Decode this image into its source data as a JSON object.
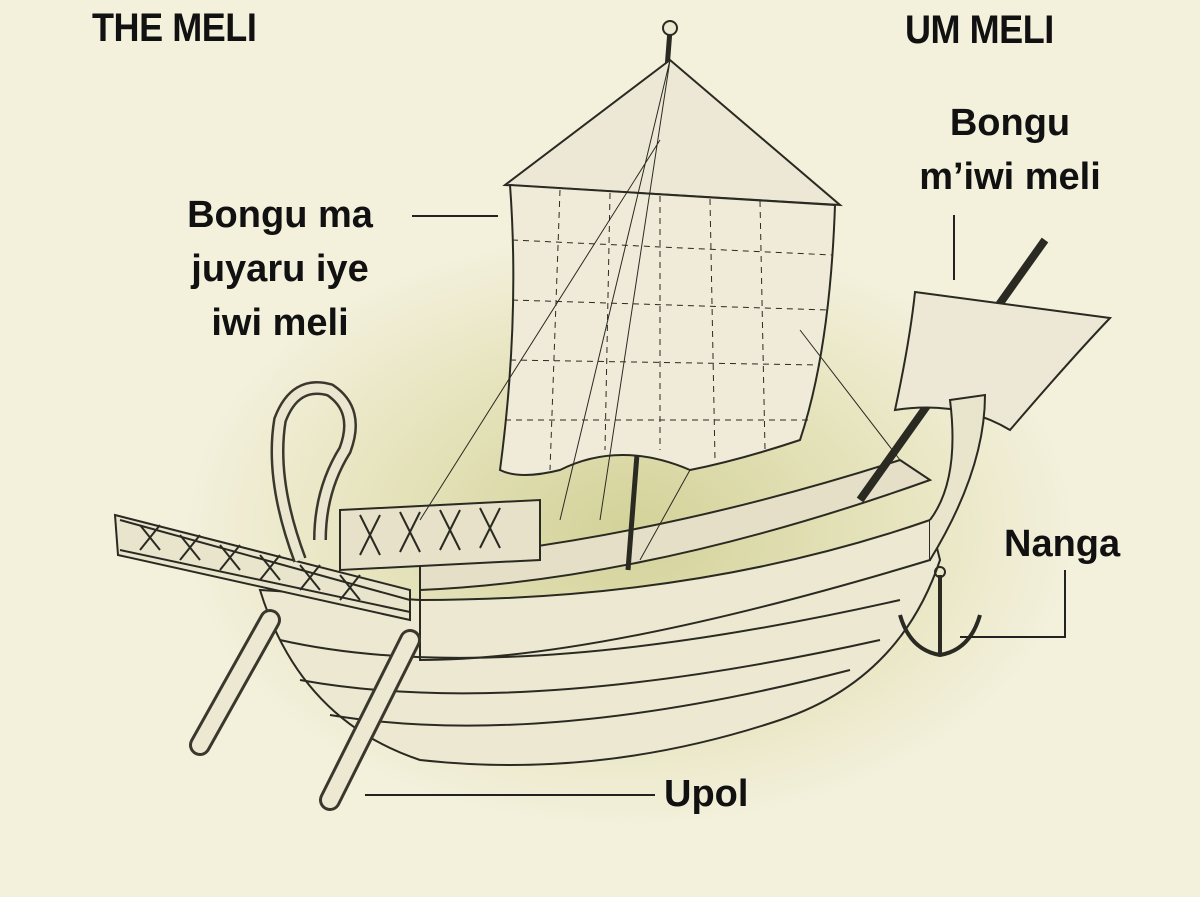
{
  "titles": {
    "left": "THE MELI",
    "right": "UM MELI"
  },
  "labels": {
    "mainsail": [
      "Bongu ma",
      "juyaru iye",
      "iwi meli"
    ],
    "foresail": [
      "Bongu",
      "m’iwi meli"
    ],
    "anchor": "Nanga",
    "rudder": "Upol"
  },
  "colors": {
    "background": "#f3f0dc",
    "glow": "#c8c882",
    "ink": "#111111"
  }
}
